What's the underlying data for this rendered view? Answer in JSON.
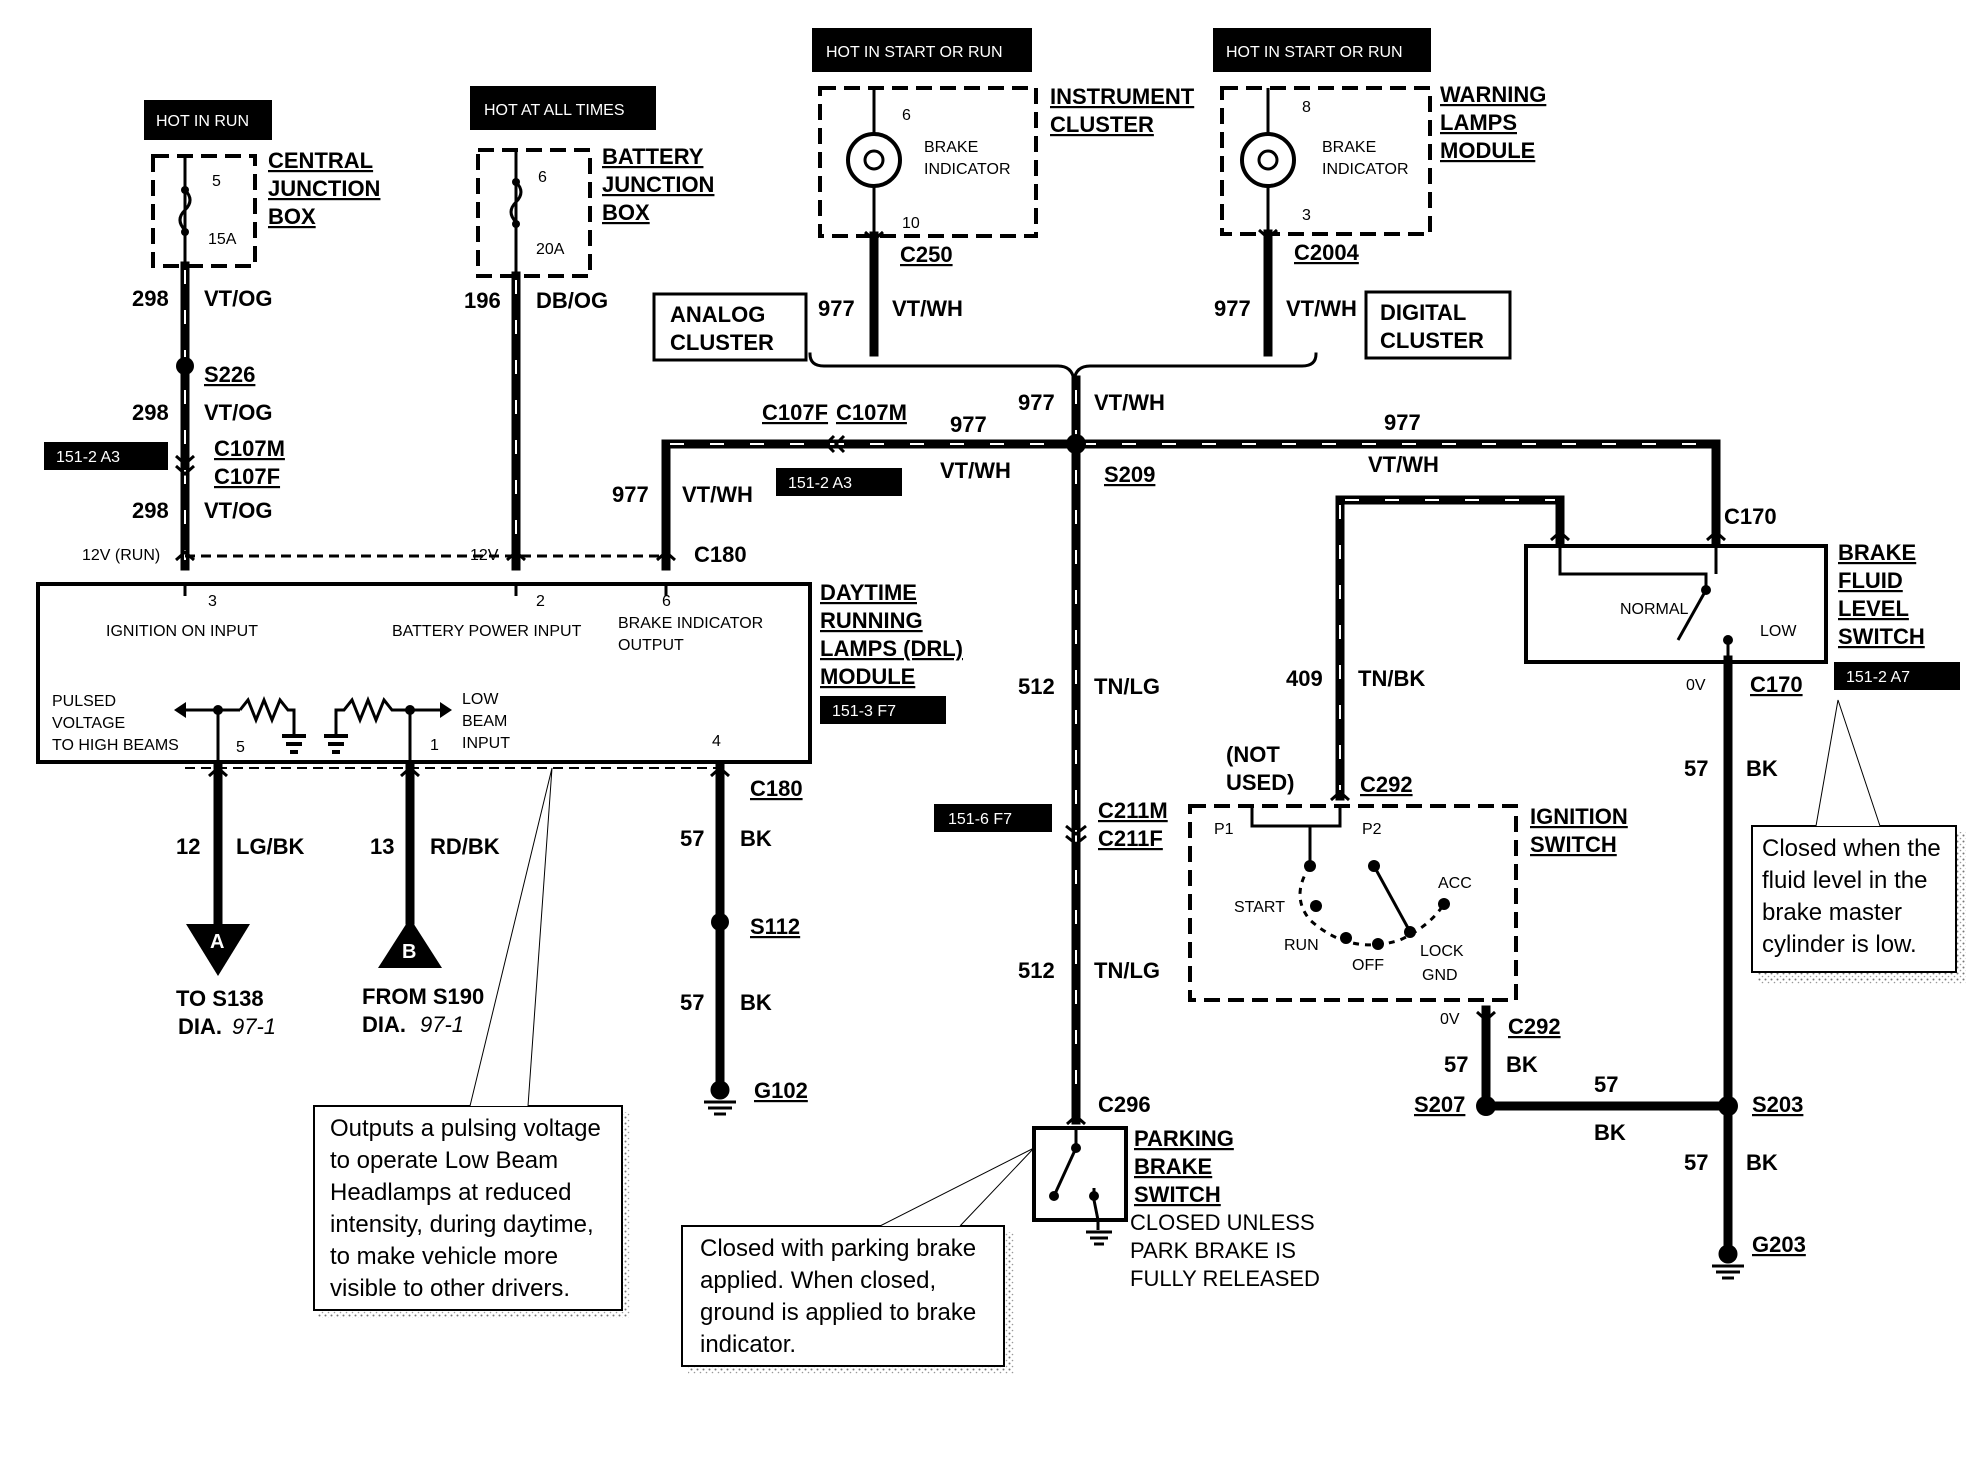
{
  "power_tags": {
    "hot_in_run": "HOT IN RUN",
    "hot_at_all_times": "HOT AT ALL TIMES",
    "hot_start_run_1": "HOT IN START OR RUN",
    "hot_start_run_2": "HOT IN START OR RUN"
  },
  "components": {
    "cjb": [
      "CENTRAL",
      "JUNCTION",
      "BOX"
    ],
    "bjb": [
      "BATTERY",
      "JUNCTION",
      "BOX"
    ],
    "instrument_cluster": [
      "INSTRUMENT",
      "CLUSTER"
    ],
    "warning_lamps": [
      "WARNING",
      "LAMPS",
      "MODULE"
    ],
    "analog_cluster": [
      "ANALOG",
      "CLUSTER"
    ],
    "digital_cluster": [
      "DIGITAL",
      "CLUSTER"
    ],
    "drl_module": [
      "DAYTIME",
      "RUNNING",
      "LAMPS (DRL)",
      "MODULE"
    ],
    "brake_fluid_switch": [
      "BRAKE",
      "FLUID",
      "LEVEL",
      "SWITCH"
    ],
    "ignition_switch": [
      "IGNITION",
      "SWITCH"
    ],
    "parking_brake_switch": [
      "PARKING",
      "BRAKE",
      "SWITCH"
    ],
    "parking_brake_note": [
      "CLOSED UNLESS",
      "PARK BRAKE IS",
      "FULLY RELEASED"
    ]
  },
  "fuses": {
    "cjb_pin": "5",
    "cjb_amp": "15A",
    "bjb_pin": "6",
    "bjb_amp": "20A"
  },
  "indicators": {
    "ic_label": [
      "BRAKE",
      "INDICATOR"
    ],
    "ic_pin_top": "6",
    "ic_pin_bot": "10",
    "wl_label": [
      "BRAKE",
      "INDICATOR"
    ],
    "wl_pin_top": "8",
    "wl_pin_bot": "3"
  },
  "connectors": {
    "c250": "C250",
    "c2004": "C2004",
    "s226": "S226",
    "c107m_a": "C107M",
    "c107f_a": "C107F",
    "c107f_b": "C107F",
    "c107m_b": "C107M",
    "c180_top": "C180",
    "c180_bot": "C180",
    "s209": "S209",
    "c170_top": "C170",
    "c170_bot": "C170",
    "c211m": "C211M",
    "c211f": "C211F",
    "c292_top": "C292",
    "c292_bot": "C292",
    "c296": "C296",
    "s112": "S112",
    "g102": "G102",
    "s207": "S207",
    "s203": "S203",
    "g203": "G203"
  },
  "wires": {
    "w298a": "298",
    "c298a": "VT/OG",
    "w298b": "298",
    "c298b": "VT/OG",
    "w298c": "298",
    "c298c": "VT/OG",
    "w196": "196",
    "c196": "DB/OG",
    "w977_ic": "977",
    "c977_ic": "VT/WH",
    "w977_wl": "977",
    "c977_wl": "VT/WH",
    "w977_center": "977",
    "c977_center": "VT/WH",
    "w977_left": "977",
    "c977_left": "VT/WH",
    "w977_drop": "977",
    "c977_drop": "VT/WH",
    "w977_right": "977",
    "c977_right": "VT/WH",
    "w512a": "512",
    "c512a": "TN/LG",
    "w512b": "512",
    "c512b": "TN/LG",
    "w409": "409",
    "c409": "TN/BK",
    "w12": "12",
    "c12": "LG/BK",
    "w13": "13",
    "c13": "RD/BK",
    "w57_drl": "57",
    "c57_drl": "BK",
    "w57_s112": "57",
    "c57_s112": "BK",
    "w57_ign": "57",
    "c57_ign": "BK",
    "w57_mid": "57",
    "c57_mid": "BK",
    "w57_bfl": "57",
    "c57_bfl": "BK",
    "w57_g203": "57",
    "c57_g203": "BK"
  },
  "refs": {
    "r1": "151-2 A3",
    "r2": "151-2 A3",
    "r3": "151-3 F7",
    "r4": "151-6 F7",
    "r5": "151-2 A7"
  },
  "drl_pins": {
    "ign_on": "IGNITION ON INPUT",
    "ign_pin": "3",
    "batt": "BATTERY POWER INPUT",
    "batt_pin": "2",
    "brake_out": [
      "BRAKE INDICATOR",
      "OUTPUT"
    ],
    "brake_pin": "6",
    "pulsed": [
      "PULSED",
      "VOLTAGE",
      "TO HIGH BEAMS"
    ],
    "pulsed_pin": "5",
    "low_beam": [
      "LOW",
      "BEAM",
      "INPUT"
    ],
    "low_pin": "1",
    "gnd_pin": "4",
    "v12_run": "12V (RUN)",
    "v12": "12V"
  },
  "ignition": {
    "not_used": [
      "(NOT",
      "USED)"
    ],
    "p1": "P1",
    "p2": "P2",
    "start": "START",
    "run": "RUN",
    "off": "OFF",
    "acc": "ACC",
    "lock": "LOCK",
    "gnd": "GND",
    "zero_v": "0V"
  },
  "bfl": {
    "normal": "NORMAL",
    "low": "LOW",
    "zero_v": "0V"
  },
  "destinations": {
    "a_letter": "A",
    "a_to": "TO S138",
    "a_dia": "DIA.",
    "a_num": "97-1",
    "b_letter": "B",
    "b_from": "FROM S190",
    "b_dia": "DIA.",
    "b_num": "97-1"
  },
  "notes": {
    "drl": [
      "Outputs a pulsing voltage",
      "to operate Low Beam",
      "Headlamps at reduced",
      "intensity, during daytime,",
      "to make vehicle more",
      "visible to other drivers."
    ],
    "parking": [
      "Closed with parking brake",
      "applied. When closed,",
      "ground is applied to brake",
      "indicator."
    ],
    "fluid": [
      "Closed when the",
      "fluid level in the",
      "brake master",
      "cylinder is low."
    ]
  }
}
